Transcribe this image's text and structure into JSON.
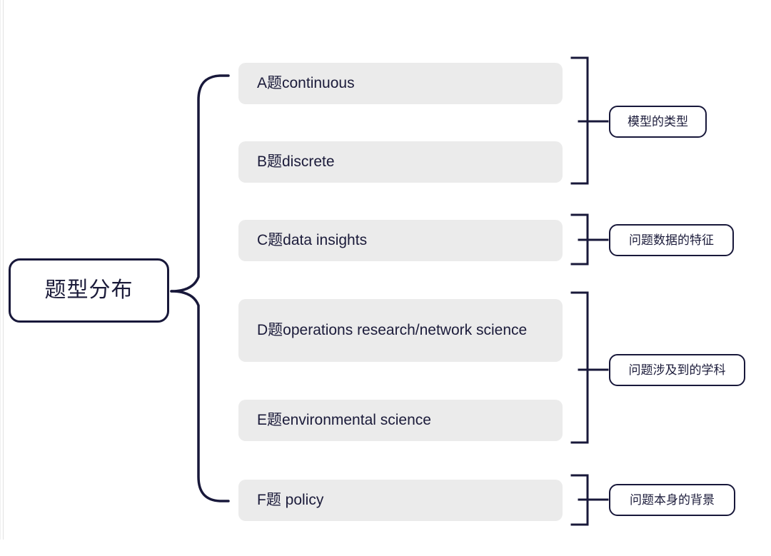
{
  "diagram": {
    "type": "mind-map",
    "title": "题型分布",
    "root": {
      "label": "题型分布"
    },
    "items": [
      {
        "id": "a",
        "label": "A题continuous"
      },
      {
        "id": "b",
        "label": "B题discrete"
      },
      {
        "id": "c",
        "label": "C题data insights"
      },
      {
        "id": "d",
        "label": "D题operations research/network science"
      },
      {
        "id": "e",
        "label": "E题environmental science"
      },
      {
        "id": "f",
        "label": "F题 policy"
      }
    ],
    "categories": [
      {
        "id": "cat1",
        "label": "模型的类型",
        "covers": [
          "A题continuous",
          "B题discrete"
        ]
      },
      {
        "id": "cat2",
        "label": "问题数据的特征",
        "covers": [
          "C题data insights"
        ]
      },
      {
        "id": "cat3",
        "label": "问题涉及到的学科",
        "covers": [
          "D题operations research/network science",
          "E题environmental science"
        ]
      },
      {
        "id": "cat4",
        "label": "问题本身的背景",
        "covers": [
          "F题 policy"
        ]
      }
    ],
    "colors": {
      "stroke": "#18183a",
      "text": "#1b1b3a",
      "item_fill": "#ebebeb",
      "page_background": "#ffffff"
    }
  }
}
